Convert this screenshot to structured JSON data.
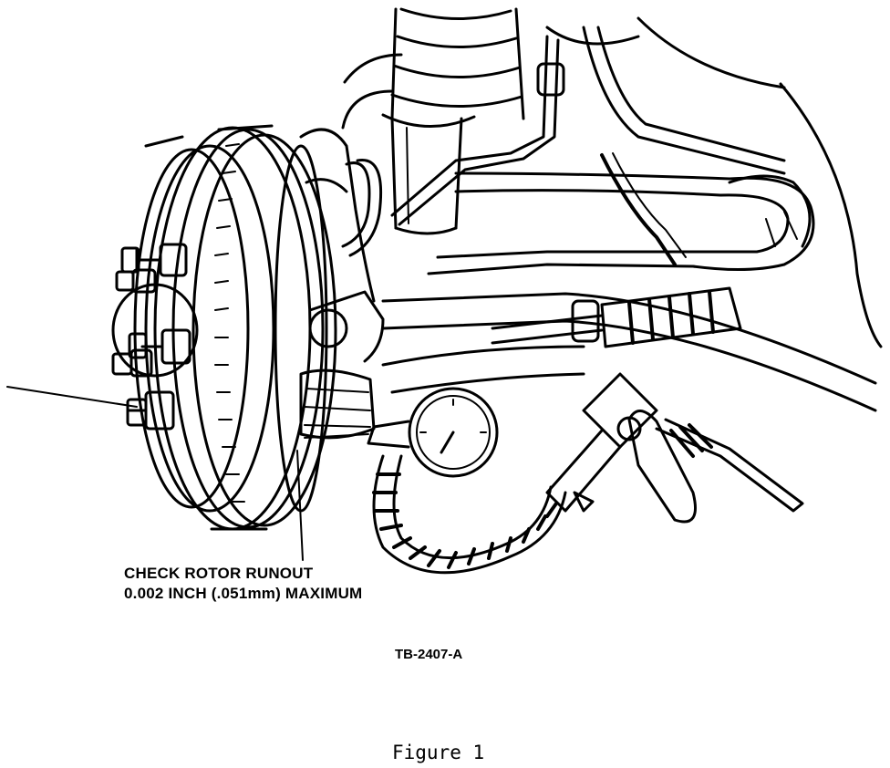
{
  "callout": {
    "line1": "CHECK ROTOR RUNOUT",
    "line2": "0.002 INCH (.051mm) MAXIMUM"
  },
  "reference": "TB-2407-A",
  "caption": "Figure 1"
}
